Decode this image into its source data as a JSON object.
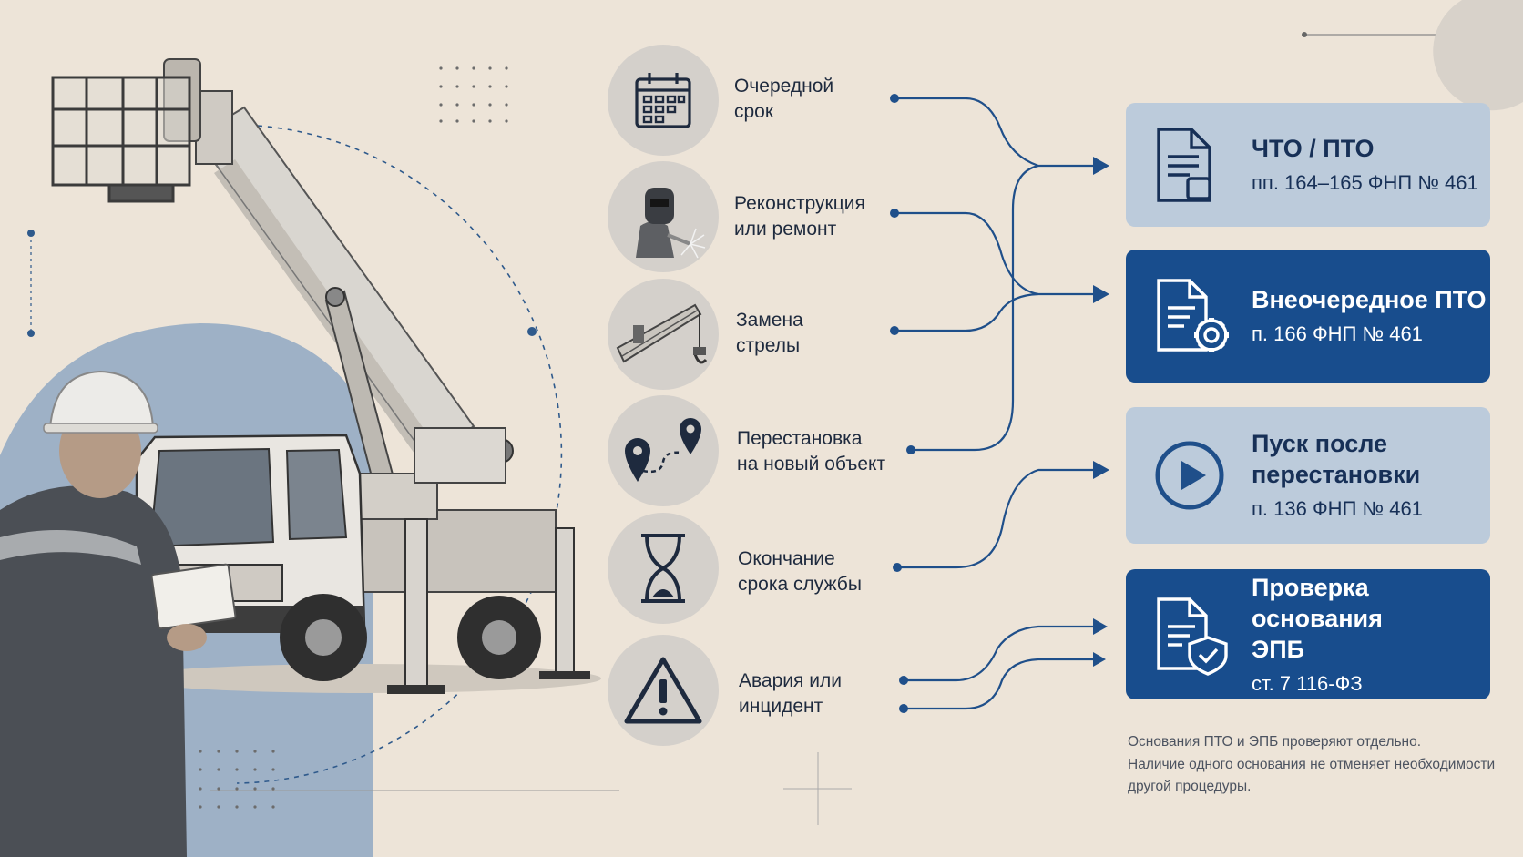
{
  "triggers": [
    {
      "id": "scheduled",
      "icon": "calendar-icon",
      "lines": [
        "Очередной",
        "срок"
      ]
    },
    {
      "id": "reconstruction",
      "icon": "welder-icon",
      "lines": [
        "Реконструкция",
        "или ремонт"
      ]
    },
    {
      "id": "boom",
      "icon": "crane-boom-icon",
      "lines": [
        "Замена",
        "стрелы"
      ]
    },
    {
      "id": "relocation",
      "icon": "route-pins-icon",
      "lines": [
        "Перестановка",
        "на новый объект"
      ]
    },
    {
      "id": "service-life",
      "icon": "hourglass-icon",
      "lines": [
        "Окончание",
        "срока службы"
      ]
    },
    {
      "id": "accident",
      "icon": "warning-triangle-icon",
      "lines": [
        "Авария или",
        "инцидент"
      ]
    }
  ],
  "outcomes": [
    {
      "id": "cto-pto",
      "icon": "document-icon",
      "style": "light",
      "title_lines": [
        "ЧТО / ПТО"
      ],
      "ref": "пп. 164–165 ФНП № 461"
    },
    {
      "id": "extra-pto",
      "icon": "document-gear-icon",
      "style": "dark",
      "title_lines": [
        "Внеочередное ПТО"
      ],
      "ref": "п. 166 ФНП № 461"
    },
    {
      "id": "launch",
      "icon": "play-circle-icon",
      "style": "light",
      "title_lines": [
        "Пуск после",
        "перестановки"
      ],
      "ref": "п. 136 ФНП № 461"
    },
    {
      "id": "epb",
      "icon": "document-shield-icon",
      "style": "dark",
      "title_lines": [
        "Проверка основания",
        "ЭПБ"
      ],
      "ref": "ст. 7 116-ФЗ"
    }
  ],
  "note_lines": [
    "Основания ПТО и ЭПБ проверяют отдельно.",
    "Наличие одного основания не отменяет необходимости",
    "другой процедуры."
  ],
  "colors": {
    "background": "#ede4d8",
    "accent_blue": "#1f4f8a",
    "card_dark": "#184d8d",
    "card_light": "#bccbdb",
    "icon_circle": "#d4d0cb",
    "text_dark": "#1e2a3e"
  }
}
